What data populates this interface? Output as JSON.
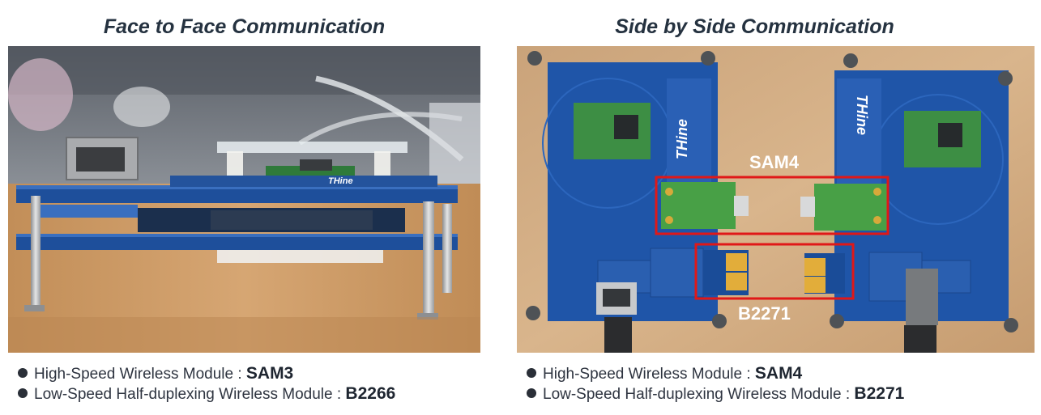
{
  "panels": [
    {
      "title": "Face to Face Communication",
      "bullets": [
        {
          "label": "High-Speed Wireless Module : ",
          "value": "SAM3"
        },
        {
          "label": "Low-Speed Half-duplexing Wireless Module : ",
          "value": "B2266"
        }
      ]
    },
    {
      "title": "Side by Side Communication",
      "overlays": {
        "sam": "SAM4",
        "b": "B2271"
      },
      "bullets": [
        {
          "label": "High-Speed Wireless Module : ",
          "value": "SAM4"
        },
        {
          "label": "Low-Speed Half-duplexing Wireless Module : ",
          "value": "B2271"
        }
      ]
    }
  ],
  "colors": {
    "title": "#253240",
    "highlight_box": "#e01818",
    "pcb": "#1d4f9a",
    "module_green": "#3f9a3c"
  }
}
